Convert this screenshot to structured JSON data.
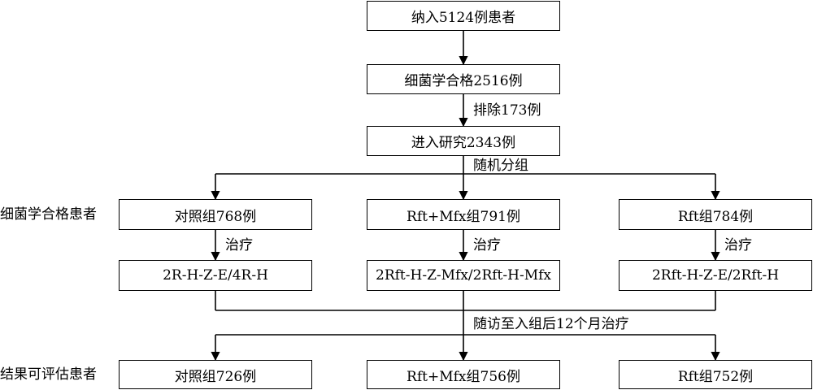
{
  "diagram": {
    "top_boxes": {
      "enrolled": "纳入5124例患者",
      "bacteriology_qualified": "细菌学合格2516例",
      "entered_study": "进入研究2343例"
    },
    "edge_labels": {
      "excluded": "排除173例",
      "randomized": "随机分组",
      "followup": "随访至入组后12个月治疗"
    },
    "side_labels": {
      "qualified_patients": "细菌学合格患者",
      "evaluable_patients": "结果可评估患者"
    },
    "groups": [
      {
        "name": "对照组768例",
        "treatment_label": "治疗",
        "regimen": "2R-H-Z-E/4R-H",
        "result": "对照组726例"
      },
      {
        "name": "Rft+Mfx组791例",
        "treatment_label": "治疗",
        "regimen": "2Rft-H-Z-Mfx/2Rft-H-Mfx",
        "result": "Rft+Mfx组756例"
      },
      {
        "name": "Rft组784例",
        "treatment_label": "治疗",
        "regimen": "2Rft-H-Z-E/2Rft-H",
        "result": "Rft组752例"
      }
    ]
  }
}
